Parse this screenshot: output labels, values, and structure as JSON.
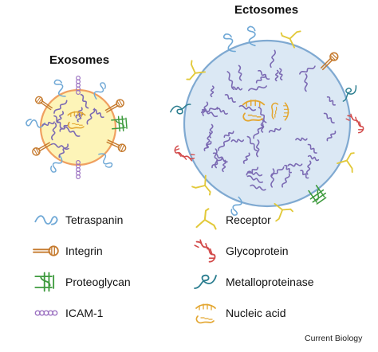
{
  "titles": {
    "exosomes": "Exosomes",
    "ectosomes": "Ectosomes"
  },
  "legend": {
    "tetraspanin": "Tetraspanin",
    "integrin": "Integrin",
    "proteoglycan": "Proteoglycan",
    "icam1": "ICAM-1",
    "receptor": "Receptor",
    "glycoprotein": "Glycoprotein",
    "metalloproteinase": "Metalloproteinase",
    "nucleic_acid": "Nucleic acid"
  },
  "credit": "Current Biology",
  "colors": {
    "exosome_fill": "#fdf4b8",
    "exosome_border": "#f0a060",
    "ectosome_fill": "#dbe8f4",
    "ectosome_border": "#7fa9d1",
    "tetraspanin": "#6fa8d6",
    "integrin": "#c57a2e",
    "proteoglycan": "#3d9a3d",
    "icam1": "#9a6fc0",
    "receptor": "#e2c93a",
    "glycoprotein": "#d24a4a",
    "metalloproteinase": "#2a7d8f",
    "nucleic_acid": "#e3a630",
    "rna_strand": "#7b6ab3"
  }
}
